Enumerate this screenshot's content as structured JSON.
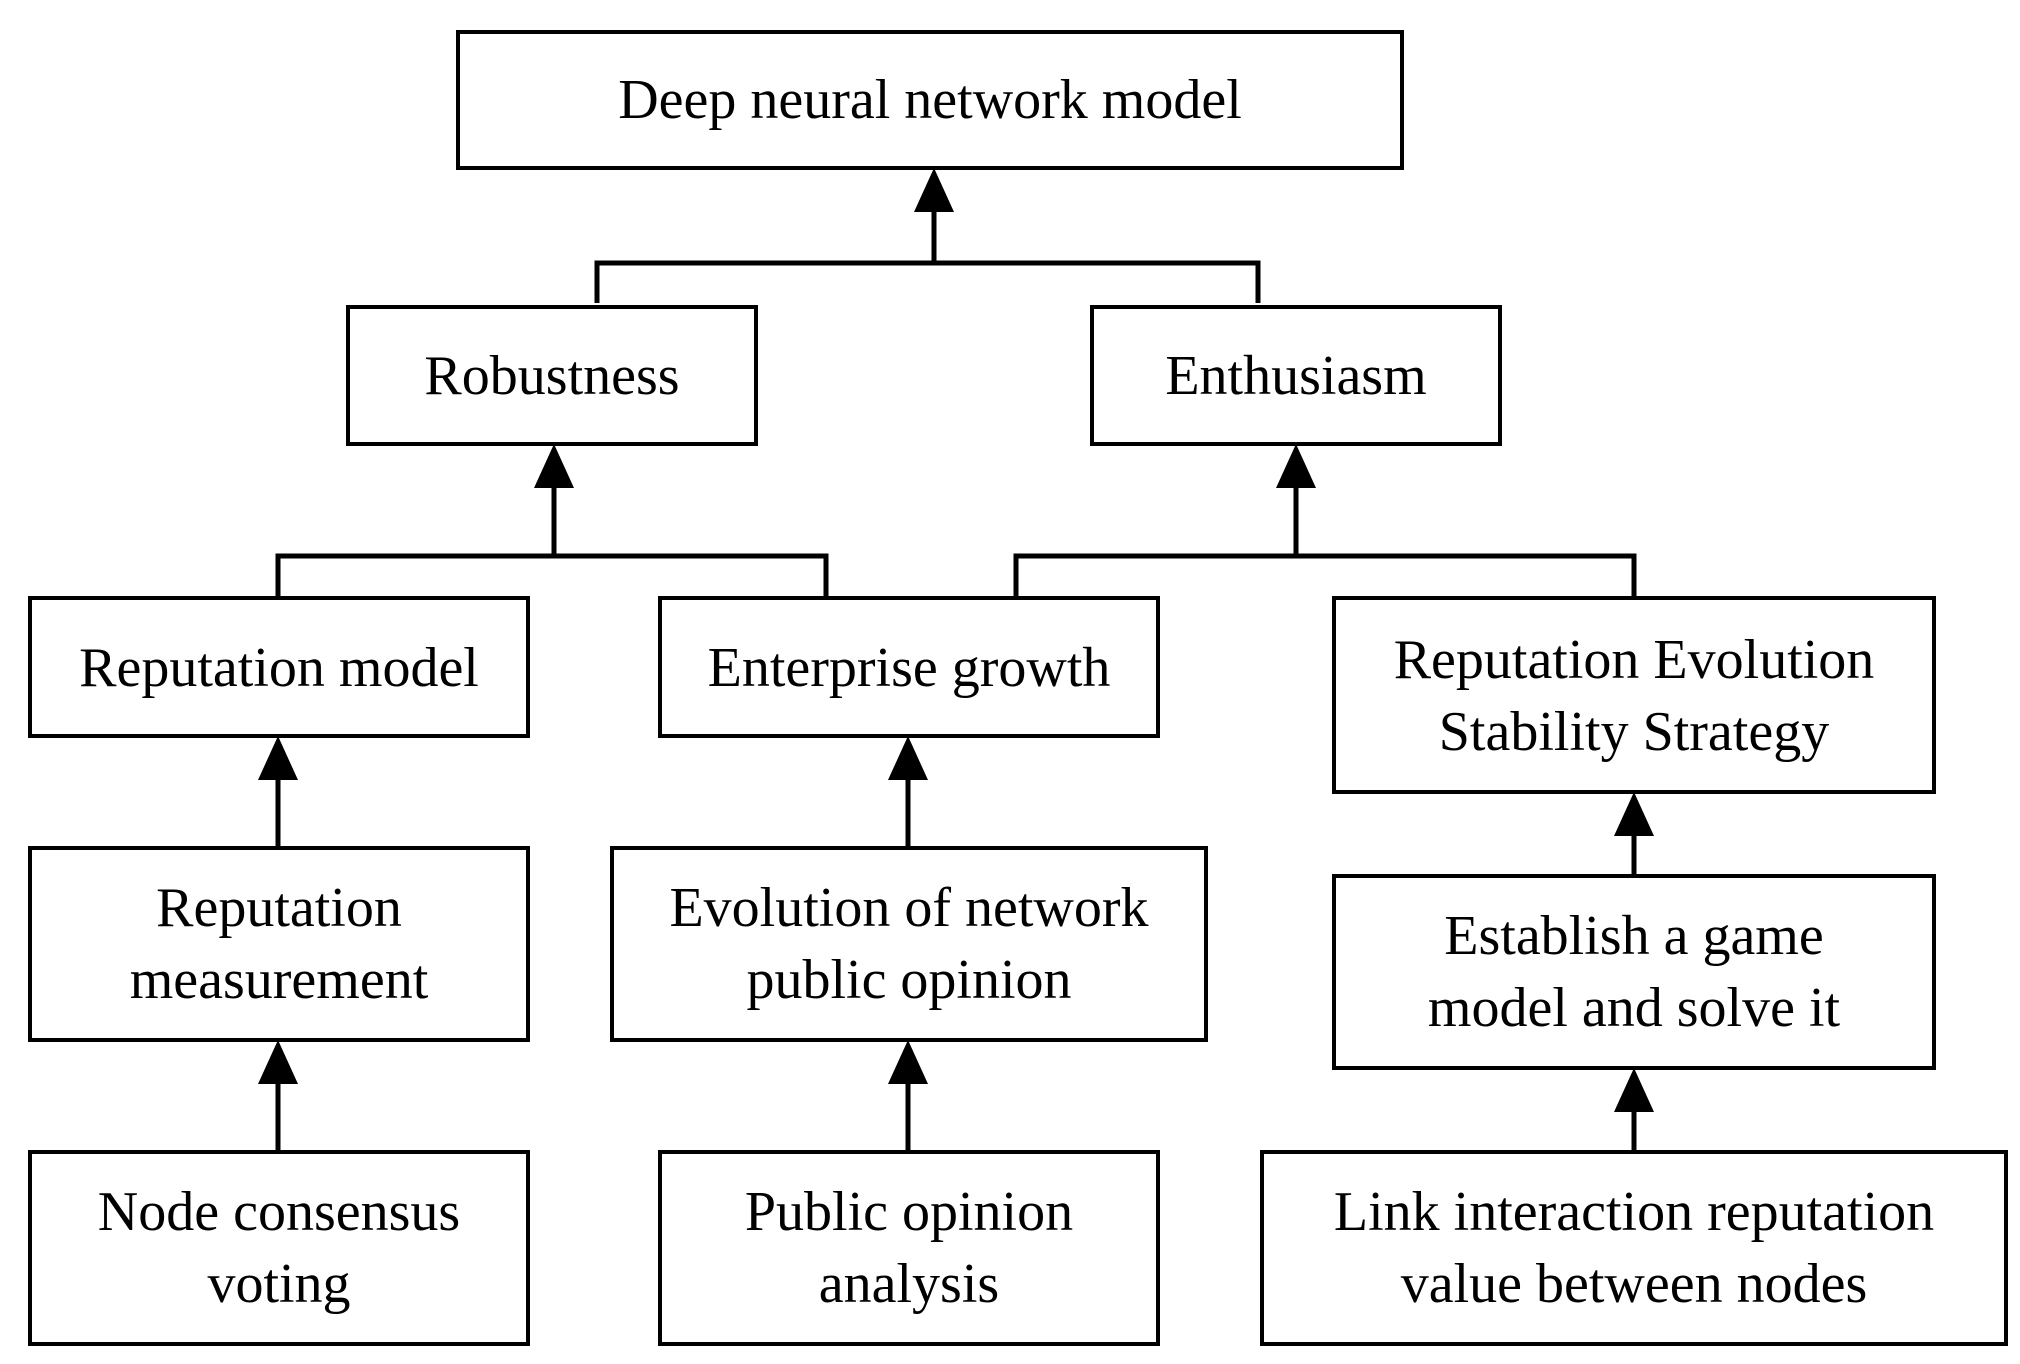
{
  "diagram": {
    "nodes": {
      "deep_neural_network_model": [
        "Deep neural network model"
      ],
      "robustness": [
        "Robustness"
      ],
      "enthusiasm": [
        "Enthusiasm"
      ],
      "reputation_model": [
        "Reputation model"
      ],
      "enterprise_growth": [
        "Enterprise growth"
      ],
      "reputation_evolution_stability_strategy": [
        "Reputation Evolution",
        "Stability Strategy"
      ],
      "reputation_measurement": [
        "Reputation",
        "measurement"
      ],
      "evolution_of_network_public_opinion": [
        "Evolution of network",
        "public opinion"
      ],
      "establish_game_model": [
        "Establish a game",
        "model and solve it"
      ],
      "node_consensus_voting": [
        "Node consensus",
        "voting"
      ],
      "public_opinion_analysis": [
        "Public opinion",
        "analysis"
      ],
      "link_interaction_reputation": [
        "Link interaction reputation",
        "value between nodes"
      ]
    },
    "edges": [
      {
        "from": "robustness",
        "to": "deep_neural_network_model"
      },
      {
        "from": "enthusiasm",
        "to": "deep_neural_network_model"
      },
      {
        "from": "reputation_model",
        "to": "robustness"
      },
      {
        "from": "enterprise_growth",
        "to": "robustness"
      },
      {
        "from": "enterprise_growth",
        "to": "enthusiasm"
      },
      {
        "from": "reputation_evolution_stability_strategy",
        "to": "enthusiasm"
      },
      {
        "from": "reputation_measurement",
        "to": "reputation_model"
      },
      {
        "from": "evolution_of_network_public_opinion",
        "to": "enterprise_growth"
      },
      {
        "from": "establish_game_model",
        "to": "reputation_evolution_stability_strategy"
      },
      {
        "from": "node_consensus_voting",
        "to": "reputation_measurement"
      },
      {
        "from": "public_opinion_analysis",
        "to": "evolution_of_network_public_opinion"
      },
      {
        "from": "link_interaction_reputation",
        "to": "establish_game_model"
      }
    ]
  }
}
